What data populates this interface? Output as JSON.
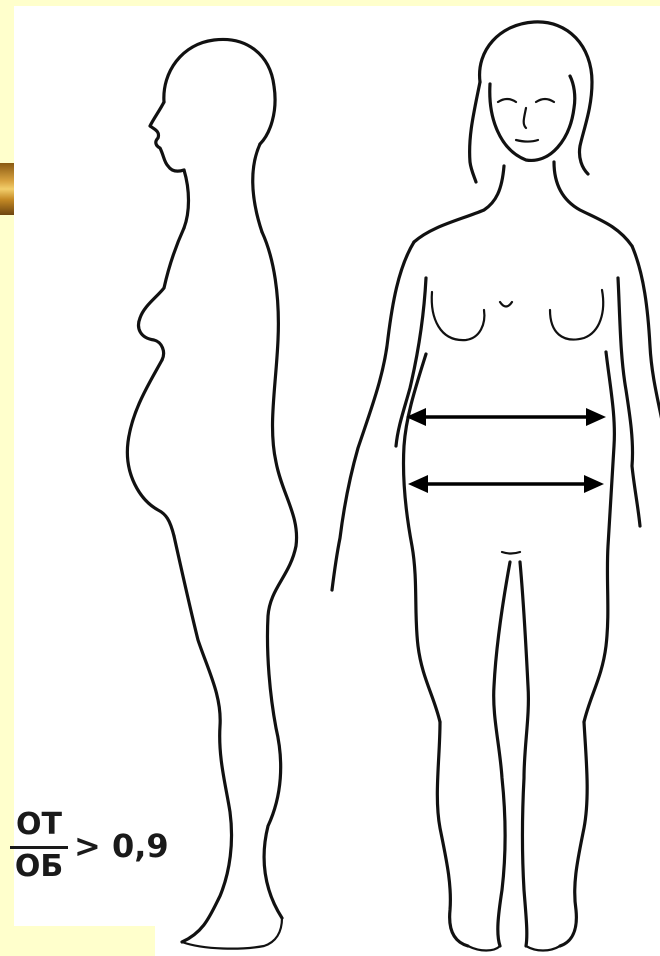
{
  "colors": {
    "background": "#FFFFCC",
    "panel": "#FFFFFF",
    "ink": "#111111",
    "accent": "#D9A441"
  },
  "figures": {
    "side_view": "female-silhouette-side-view",
    "front_view": "female-silhouette-front-view",
    "measurements": [
      "waist-arrow",
      "hip-arrow"
    ]
  },
  "formula": {
    "numerator": "ОТ",
    "denominator": "ОБ",
    "comparison": "> 0,9"
  }
}
